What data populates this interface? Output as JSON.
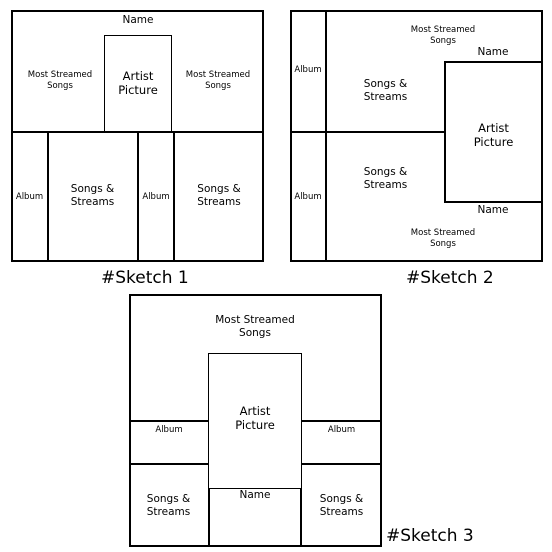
{
  "sketch1": {
    "name": "Name",
    "most_streamed_left": "Most Streamed\nSongs",
    "most_streamed_right": "Most Streamed\nSongs",
    "artist_picture": "Artist\nPicture",
    "album_left": "Album",
    "songs_left": "Songs &\nStreams",
    "album_right": "Album",
    "songs_right": "Songs &\nStreams",
    "caption": "#Sketch 1"
  },
  "sketch2": {
    "most_streamed_top": "Most Streamed\nSongs",
    "name_top": "Name",
    "album_top": "Album",
    "songs_top": "Songs &\nStreams",
    "artist_picture": "Artist\nPicture",
    "album_bottom": "Album",
    "songs_bottom": "Songs &\nStreams",
    "name_bottom": "Name",
    "most_streamed_bottom": "Most Streamed\nSongs",
    "caption": "#Sketch 2"
  },
  "sketch3": {
    "most_streamed": "Most Streamed\nSongs",
    "artist_picture": "Artist\nPicture",
    "album_left": "Album",
    "album_right": "Album",
    "songs_left": "Songs &\nStreams",
    "name": "Name",
    "songs_right": "Songs &\nStreams",
    "caption": "#Sketch 3"
  }
}
